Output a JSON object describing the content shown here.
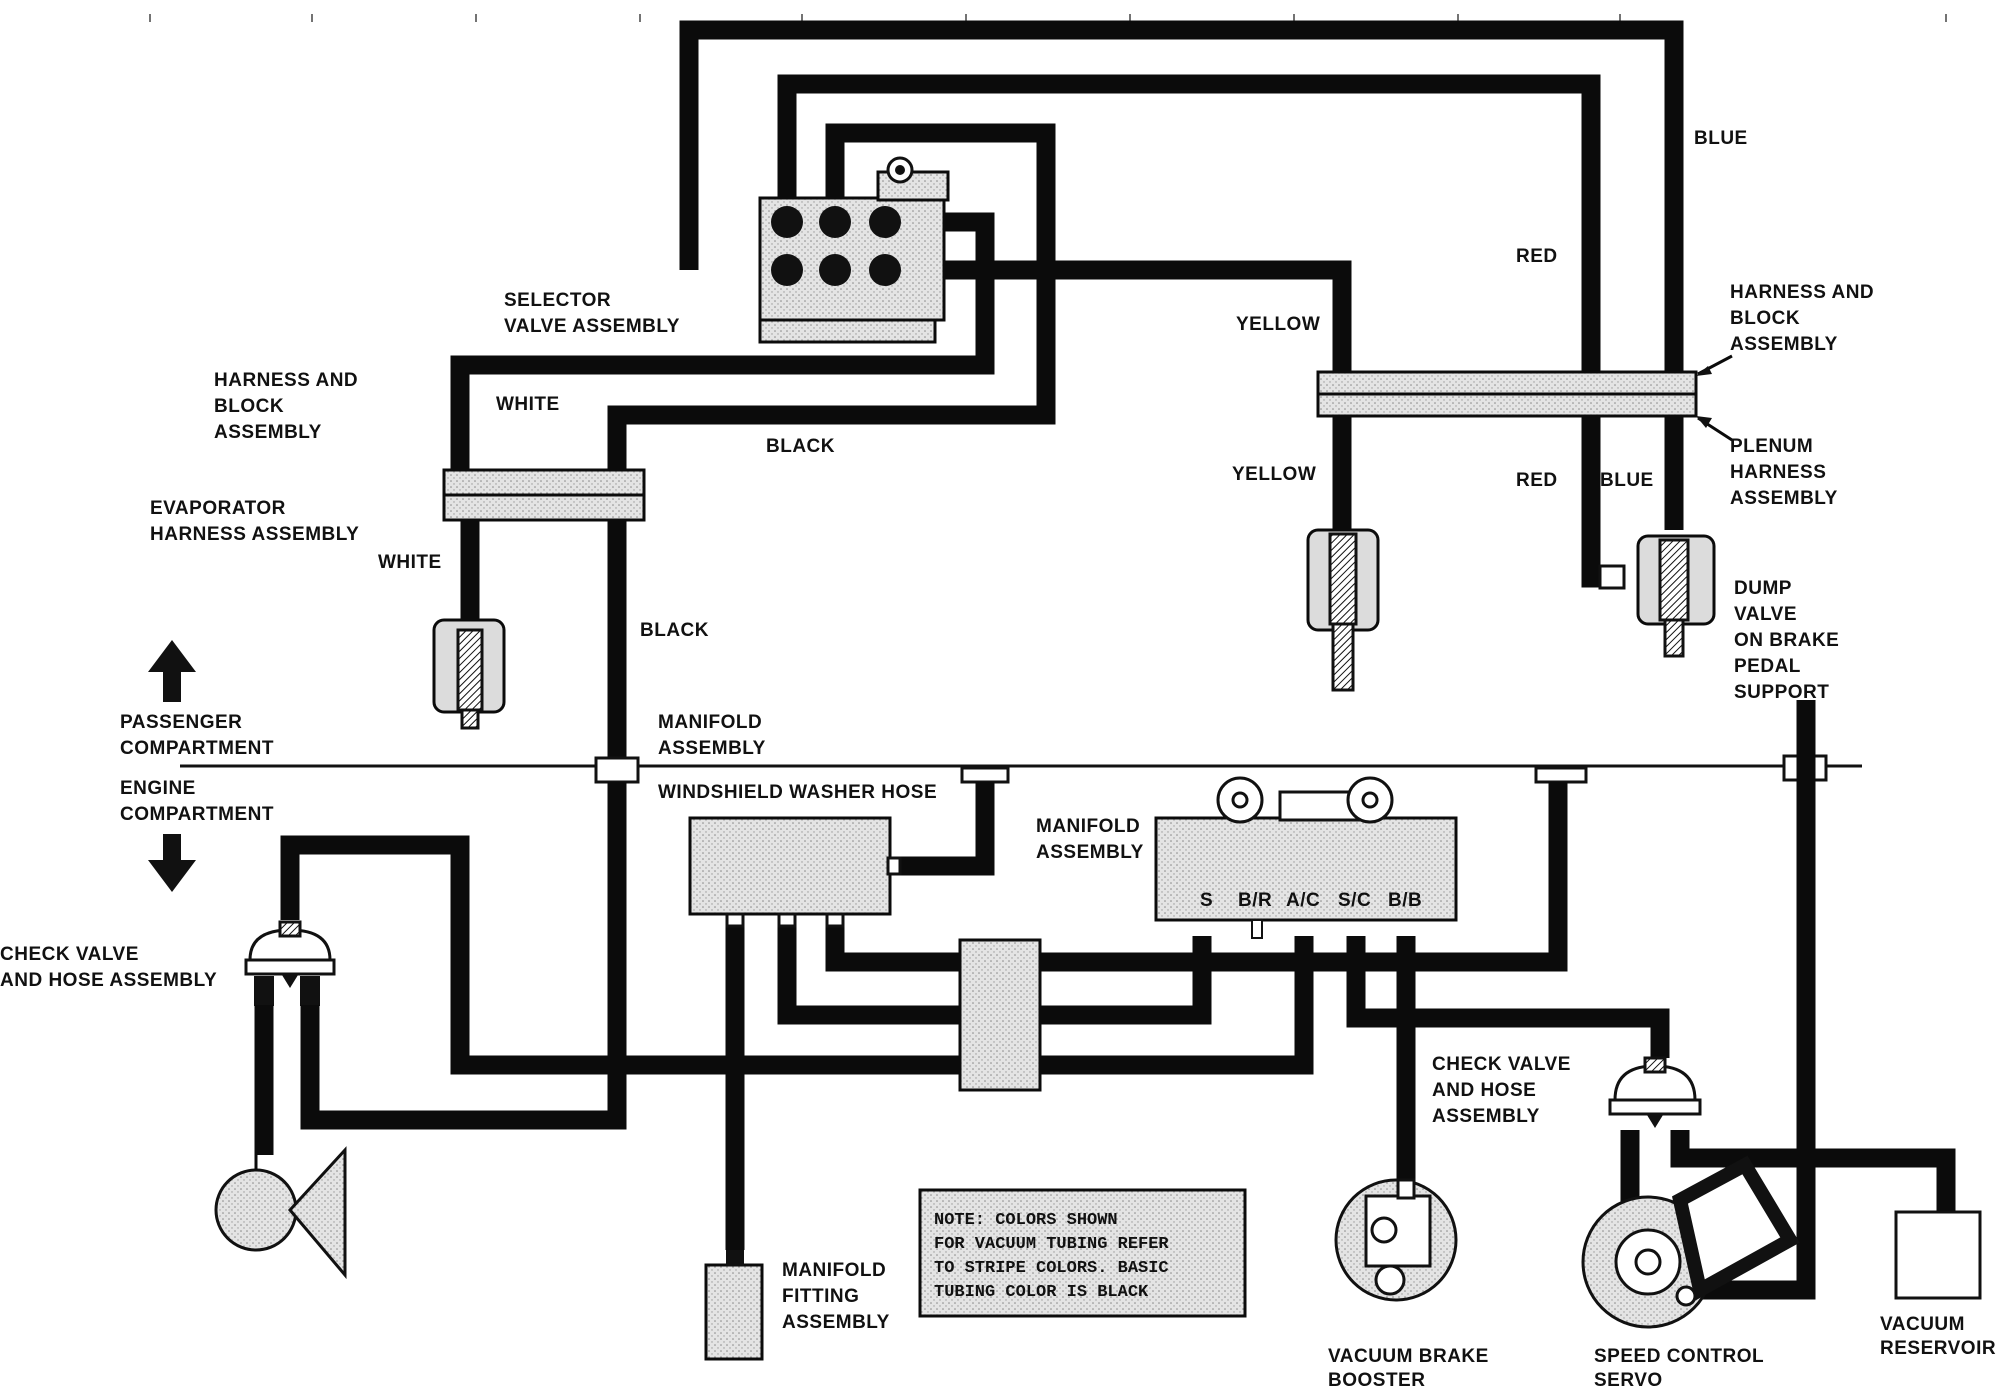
{
  "labels": {
    "selector_valve_1": "SELECTOR",
    "selector_valve_2": "VALVE ASSEMBLY",
    "harness_block_left_1": "HARNESS AND",
    "harness_block_left_2": "BLOCK",
    "harness_block_left_3": "ASSEMBLY",
    "white_top": "WHITE",
    "black_top": "BLACK",
    "evap_harness_1": "EVAPORATOR",
    "evap_harness_2": "HARNESS ASSEMBLY",
    "white_lower": "WHITE",
    "black_lower": "BLACK",
    "passenger_1": "PASSENGER",
    "passenger_2": "COMPARTMENT",
    "engine_1": "ENGINE",
    "engine_2": "COMPARTMENT",
    "manifold_top_1": "MANIFOLD",
    "manifold_top_2": "ASSEMBLY",
    "washer_hose": "WINDSHIELD WASHER HOSE",
    "manifold_right_1": "MANIFOLD",
    "manifold_right_2": "ASSEMBLY",
    "check_valve_left_1": "CHECK VALVE",
    "check_valve_left_2": "AND HOSE ASSEMBLY",
    "blue_top": "BLUE",
    "red_top": "RED",
    "yellow_top": "YELLOW",
    "harness_block_right_1": "HARNESS AND",
    "harness_block_right_2": "BLOCK",
    "harness_block_right_3": "ASSEMBLY",
    "plenum_1": "PLENUM",
    "plenum_2": "HARNESS",
    "plenum_3": "ASSEMBLY",
    "yellow_lower": "YELLOW",
    "red_lower": "RED",
    "blue_lower": "BLUE",
    "dump_valve_1": "DUMP",
    "dump_valve_2": "VALVE",
    "dump_valve_3": "ON BRAKE",
    "dump_valve_4": "PEDAL",
    "dump_valve_5": "SUPPORT",
    "port_s": "S",
    "port_br": "B/R",
    "port_ac": "A/C",
    "port_sc": "S/C",
    "port_bb": "B/B",
    "check_valve_right_1": "CHECK VALVE",
    "check_valve_right_2": "AND HOSE",
    "check_valve_right_3": "ASSEMBLY",
    "manifold_fitting_1": "MANIFOLD",
    "manifold_fitting_2": "FITTING",
    "manifold_fitting_3": "ASSEMBLY",
    "brake_booster_1": "VACUUM BRAKE",
    "brake_booster_2": "BOOSTER",
    "servo_1": "SPEED CONTROL",
    "servo_2": "SERVO",
    "reservoir_1": "VACUUM",
    "reservoir_2": "RESERVOIR"
  },
  "note": {
    "line1": "NOTE: COLORS SHOWN",
    "line2": "FOR VACUUM TUBING REFER",
    "line3": "TO STRIPE COLORS. BASIC",
    "line4": "TUBING COLOR IS BLACK"
  }
}
